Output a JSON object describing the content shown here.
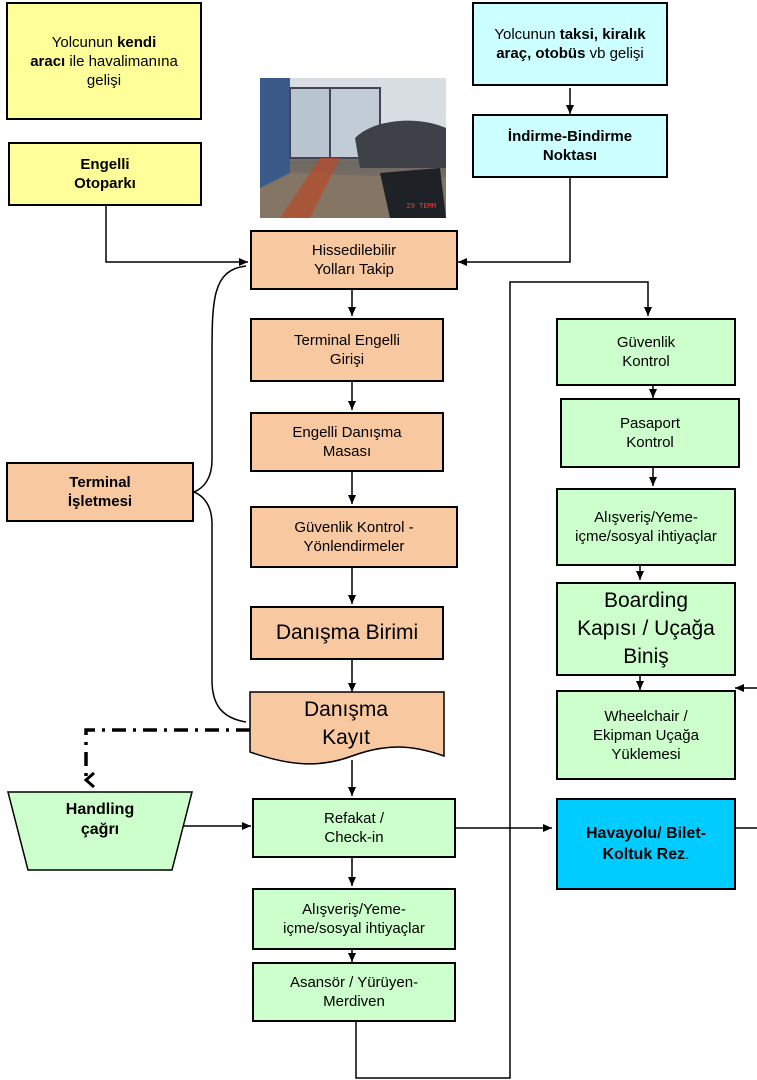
{
  "nodes": {
    "own_vehicle": {
      "pre": "Yolcunun ",
      "b1": "kendi",
      "b2": "aracı",
      "post": " ile havalimanına gelişi"
    },
    "taxi": {
      "pre": "Yolcunun ",
      "b1": "taksi, kiralık araç, otobüs",
      "post": " vb gelişi"
    },
    "disabled_parking": "Engelli Otoparkı",
    "dropoff": "İndirme-Bindirme Noktası",
    "tactile": "Hissedilebilir Yolları Takip",
    "terminal_entrance": "Terminal Engelli Girişi",
    "info_desk": "Engelli Danışma Masası",
    "security_guidance": "Güvenlik Kontrol - Yönlendirmeler",
    "info_unit": "Danışma Birimi",
    "info_record": "Danışma Kayıt",
    "terminal_ops": "Terminal İşletmesi",
    "handling": "Handling çağrı",
    "checkin": "Refakat / Check-in",
    "shopping_left": "Alışveriş/Yeme-içme/sosyal ihtiyaçlar",
    "elevator": "Asansör / Yürüyen-Merdiven",
    "security_ctrl": "Güvenlik Kontrol",
    "passport": "Pasaport Kontrol",
    "shopping_right": "Alışveriş/Yeme-içme/sosyal ihtiyaçlar",
    "boarding": "Boarding Kapısı / Uçağa Biniş",
    "wheelchair": "Wheelchair / Ekipman Uçağa Yüklemesi",
    "airline": {
      "b": "Havayolu/ Bilet-Koltuk Rez",
      "post": "."
    }
  },
  "photo": {
    "stamp": "29 TEMM"
  },
  "colors": {
    "yellow": "#ffff99",
    "cyan": "#ccffff",
    "orange": "#f8c8a0",
    "green": "#ccffcc",
    "blue": "#00ccff"
  }
}
